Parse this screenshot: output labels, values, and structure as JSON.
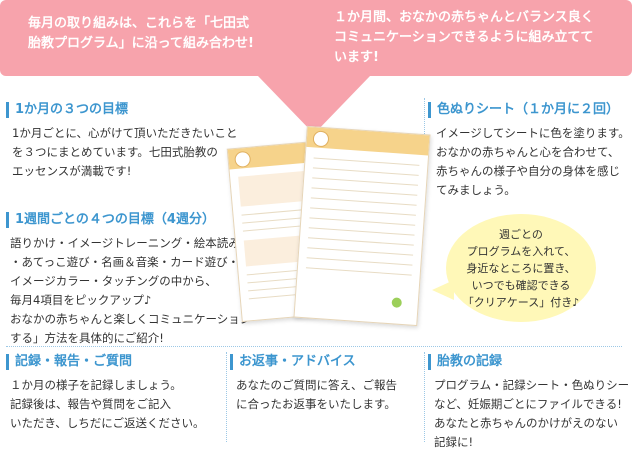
{
  "banner": {
    "left_lines": [
      "毎月の取り組みは、これらを「七田式",
      "胎教プログラム」に沿って組み合わせ!"
    ],
    "right_lines": [
      "１か月間、おなかの赤ちゃんとバランス良く",
      "コミュニケーションできるように組み立てて",
      "います!"
    ]
  },
  "sections": {
    "goals_monthly": {
      "title": "1か月の３つの目標",
      "lines": [
        "1か月ごとに、心がけて頂いただきたいこと",
        "を３つにまとめています。七田式胎教の",
        "エッセンスが満載です!"
      ]
    },
    "goals_weekly": {
      "title": "1週間ごとの４つの目標（4週分）",
      "lines": [
        "語りかけ・イメージトレーニング・絵本読み",
        "・あてっこ遊び・名画＆音楽・カード遊び・",
        "イメージカラー・タッチングの中から、",
        "毎月4項目をピックアップ♪",
        "おなかの赤ちゃんと楽しくコミュニケーション",
        "する」方法を具体的にご紹介!"
      ]
    },
    "coloring": {
      "title": "色ぬりシート（１か月に２回）",
      "lines": [
        "イメージしてシートに色を塗ります。",
        "おなかの赤ちゃんと心を合わせて、",
        "赤ちゃんの様子や自分の身体を感じ",
        "てみましょう。"
      ]
    },
    "record": {
      "title": "記録・報告・ご質問",
      "lines": [
        "１か月の様子を記録しましょう。",
        "記録後は、報告や質問をご記入",
        "いただき、しちだにご返送ください。"
      ]
    },
    "reply": {
      "title": "お返事・アドバイス",
      "lines": [
        "あなたのご質問に答え、ご報告",
        "に合ったお返事をいたします。"
      ]
    },
    "prenatal_record": {
      "title": "胎教の記録",
      "lines": [
        "プログラム・記録シート・色ぬりシート",
        "など、妊娠期ごとにファイルできる!",
        "あなたと赤ちゃんのかけがえのない",
        "記録に!"
      ]
    }
  },
  "bubble": {
    "lines": [
      "週ごとの",
      "プログラムを入れて、",
      "身近なところに置き、",
      "いつでも確認できる",
      "「クリアケース」付き♪"
    ]
  },
  "colors": {
    "banner": "#f7a3ac",
    "title": "#3d96cf",
    "bubble": "#fff8b8",
    "sheet_header": "#f6d38b"
  }
}
